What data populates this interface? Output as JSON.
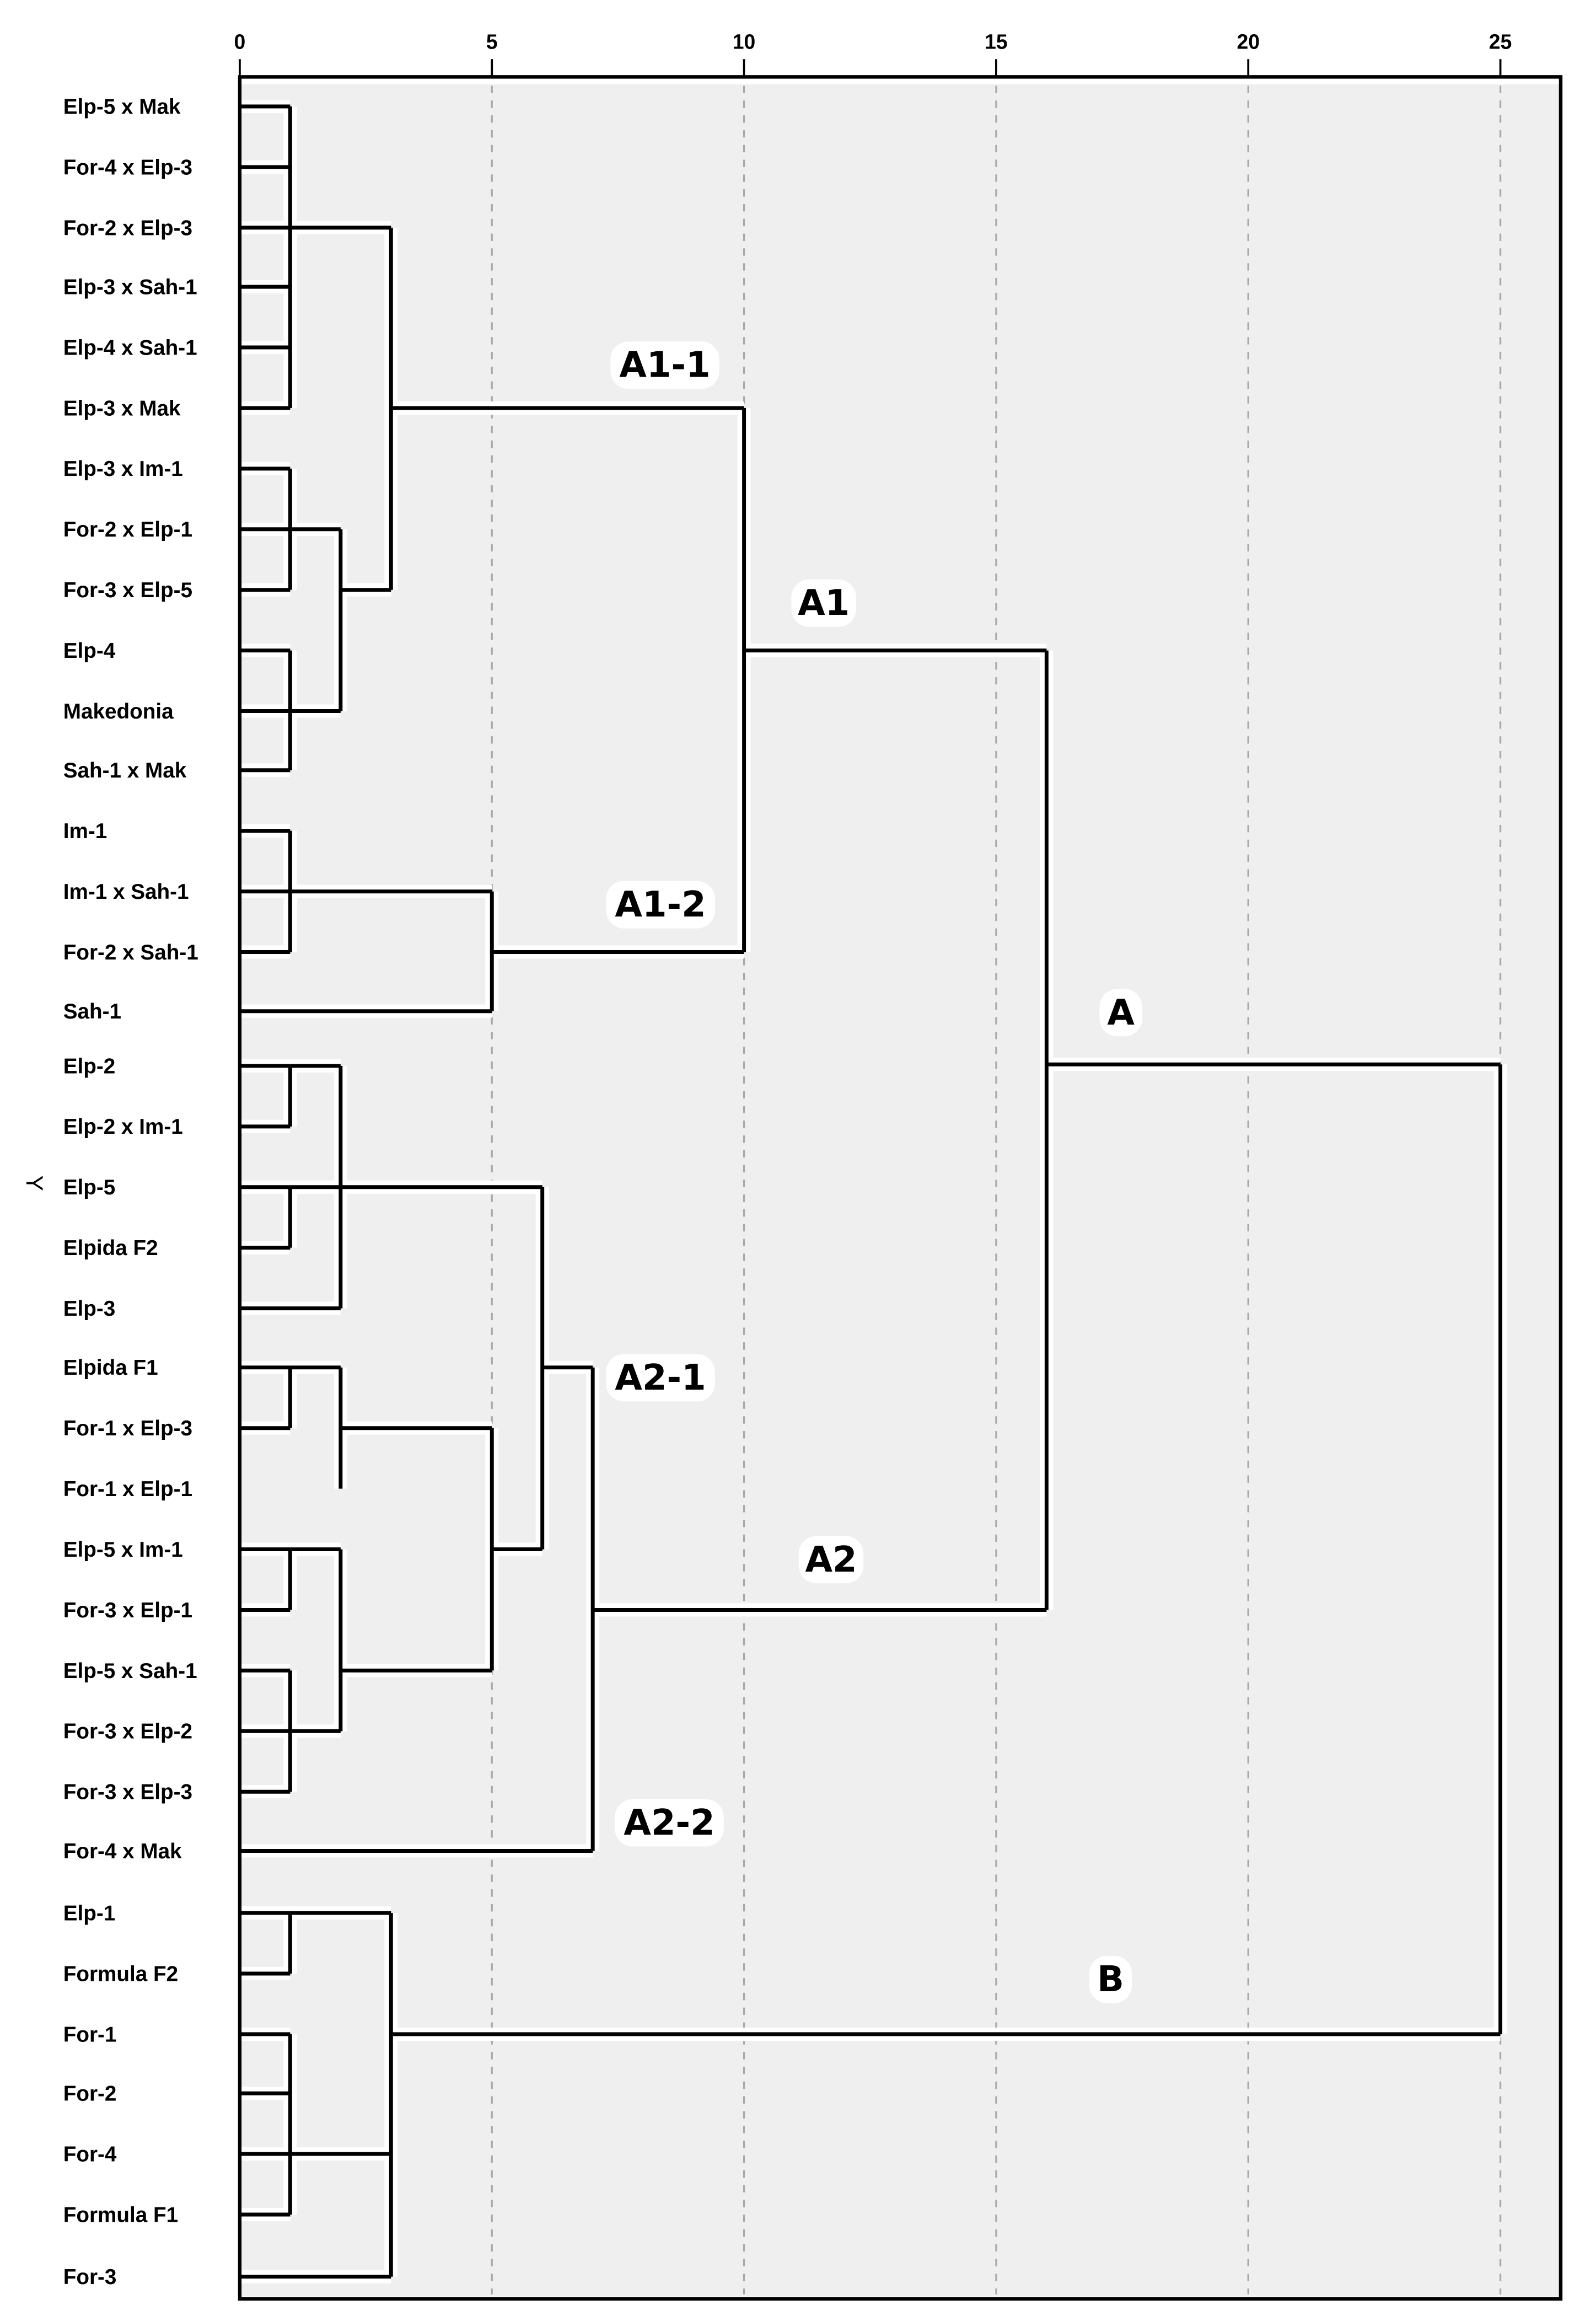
{
  "chart_data": {
    "type": "dendrogram",
    "orientation": "horizontal",
    "title": "",
    "xlabel": "",
    "ylabel": "Y",
    "xlim": [
      0,
      26.3
    ],
    "xticks": [
      0,
      5,
      10,
      15,
      20,
      25
    ],
    "grid": "vertical dashed at ticks",
    "leaves": [
      "Elp-5 x Mak",
      "For-4 x Elp-3",
      "For-2 x Elp-3",
      "Elp-3 x Sah-1",
      "Elp-4 x Sah-1",
      "Elp-3 x Mak",
      "Elp-3 x Im-1",
      "For-2 x Elp-1",
      "For-3 x Elp-5",
      "Elp-4",
      "Makedonia",
      "Sah-1 x Mak",
      "Im-1",
      "Im-1 x Sah-1",
      "For-2 x Sah-1",
      "Sah-1",
      "Elp-2",
      "Elp-2 x Im-1",
      "Elp-5",
      "Elpida F2",
      "Elp-3",
      "Elpida F1",
      "For-1 x Elp-3",
      "For-1 x Elp-1",
      "Elp-5 x Im-1",
      "For-3 x Elp-1",
      "Elp-5 x Sah-1",
      "For-3 x Elp-2",
      "For-3 x Elp-3",
      "For-4 x Mak",
      "Elp-1",
      "Formula F2",
      "For-1",
      "For-2",
      "For-4",
      "Formula F1",
      "For-3"
    ],
    "leaf_y": [
      72,
      113,
      154,
      194,
      235,
      276,
      317,
      358,
      399,
      440,
      481,
      521,
      562,
      603,
      644,
      684,
      721,
      762,
      803,
      844,
      885,
      925,
      966,
      1007,
      1048,
      1089,
      1130,
      1171,
      1212,
      1252,
      1294,
      1335,
      1376,
      1416,
      1457,
      1498,
      1540
    ],
    "merges": [
      {
        "id": "m1",
        "height": 1.0,
        "top": 72,
        "bottom": 276,
        "out_y": 154
      },
      {
        "id": "m2",
        "height": 1.0,
        "top": 317,
        "bottom": 399,
        "out_y": 358
      },
      {
        "id": "m3",
        "height": 1.0,
        "top": 440,
        "bottom": 521,
        "out_y": 481
      },
      {
        "id": "m4",
        "height": 2.0,
        "top": 358,
        "bottom": 481,
        "out_y": 399
      },
      {
        "id": "A1-1",
        "height": 3.0,
        "top": 154,
        "bottom": 399,
        "out_y": 276
      },
      {
        "id": "m6",
        "height": 1.0,
        "top": 562,
        "bottom": 644,
        "out_y": 603
      },
      {
        "id": "A1-2",
        "height": 5.0,
        "top": 603,
        "bottom": 684,
        "out_y": 644
      },
      {
        "id": "A1",
        "height": 10.0,
        "top": 276,
        "bottom": 644,
        "out_y": 440
      },
      {
        "id": "m9",
        "height": 1.0,
        "top": 721,
        "bottom": 762,
        "out_y": 721
      },
      {
        "id": "m10",
        "height": 1.0,
        "top": 803,
        "bottom": 844,
        "out_y": 803
      },
      {
        "id": "m11",
        "height": 2.0,
        "top": 721,
        "bottom": 885,
        "out_y": 803
      },
      {
        "id": "m12",
        "height": 1.0,
        "top": 925,
        "bottom": 966,
        "out_y": 925
      },
      {
        "id": "m13",
        "height": 2.0,
        "top": 925,
        "bottom": 1007,
        "out_y": 966
      },
      {
        "id": "m14",
        "height": 1.0,
        "top": 1048,
        "bottom": 1089,
        "out_y": 1048
      },
      {
        "id": "m15",
        "height": 1.0,
        "top": 1130,
        "bottom": 1212,
        "out_y": 1171
      },
      {
        "id": "m16",
        "height": 2.0,
        "top": 1048,
        "bottom": 1171,
        "out_y": 1130
      },
      {
        "id": "m17",
        "height": 5.0,
        "top": 966,
        "bottom": 1130,
        "out_y": 1048
      },
      {
        "id": "A2-1",
        "height": 6.0,
        "top": 803,
        "bottom": 1048,
        "out_y": 925
      },
      {
        "id": "A2",
        "height": 7.0,
        "top": 925,
        "bottom": 1252,
        "out_y": 1089
      },
      {
        "id": "A",
        "height": 16.0,
        "top": 440,
        "bottom": 1089,
        "out_y": 720
      },
      {
        "id": "m21",
        "height": 1.0,
        "top": 1294,
        "bottom": 1335,
        "out_y": 1294
      },
      {
        "id": "m22",
        "height": 1.0,
        "top": 1376,
        "bottom": 1498,
        "out_y": 1457
      },
      {
        "id": "B",
        "height": 3.0,
        "top": 1294,
        "bottom": 1540,
        "out_y": 1376
      },
      {
        "id": "root",
        "height": 25.0,
        "top": 720,
        "bottom": 1376,
        "out_y": 720
      }
    ],
    "leaf_stubs": [
      {
        "y": 684,
        "to": 5.0
      },
      {
        "y": 885,
        "to": 2.0
      },
      {
        "y": 1252,
        "to": 7.0
      },
      {
        "y": 1540,
        "to": 3.0
      }
    ],
    "annotations": [
      {
        "text": "A1-1",
        "x": 452,
        "y": 255
      },
      {
        "text": "A1",
        "x": 560,
        "y": 416
      },
      {
        "text": "A1-2",
        "x": 449,
        "y": 620
      },
      {
        "text": "A",
        "x": 762,
        "y": 693
      },
      {
        "text": "A2-1",
        "x": 449,
        "y": 940
      },
      {
        "text": "A2",
        "x": 565,
        "y": 1063
      },
      {
        "text": "A2-2",
        "x": 455,
        "y": 1241
      },
      {
        "text": "B",
        "x": 755,
        "y": 1347
      }
    ]
  },
  "axis": {
    "y_label": "Y",
    "tick_labels": [
      "0",
      "5",
      "10",
      "15",
      "20",
      "25"
    ]
  },
  "colors": {
    "plot_background": "#efefef",
    "line": "#000000",
    "grid": "#a8a8a8",
    "page_background": "#ffffff"
  }
}
